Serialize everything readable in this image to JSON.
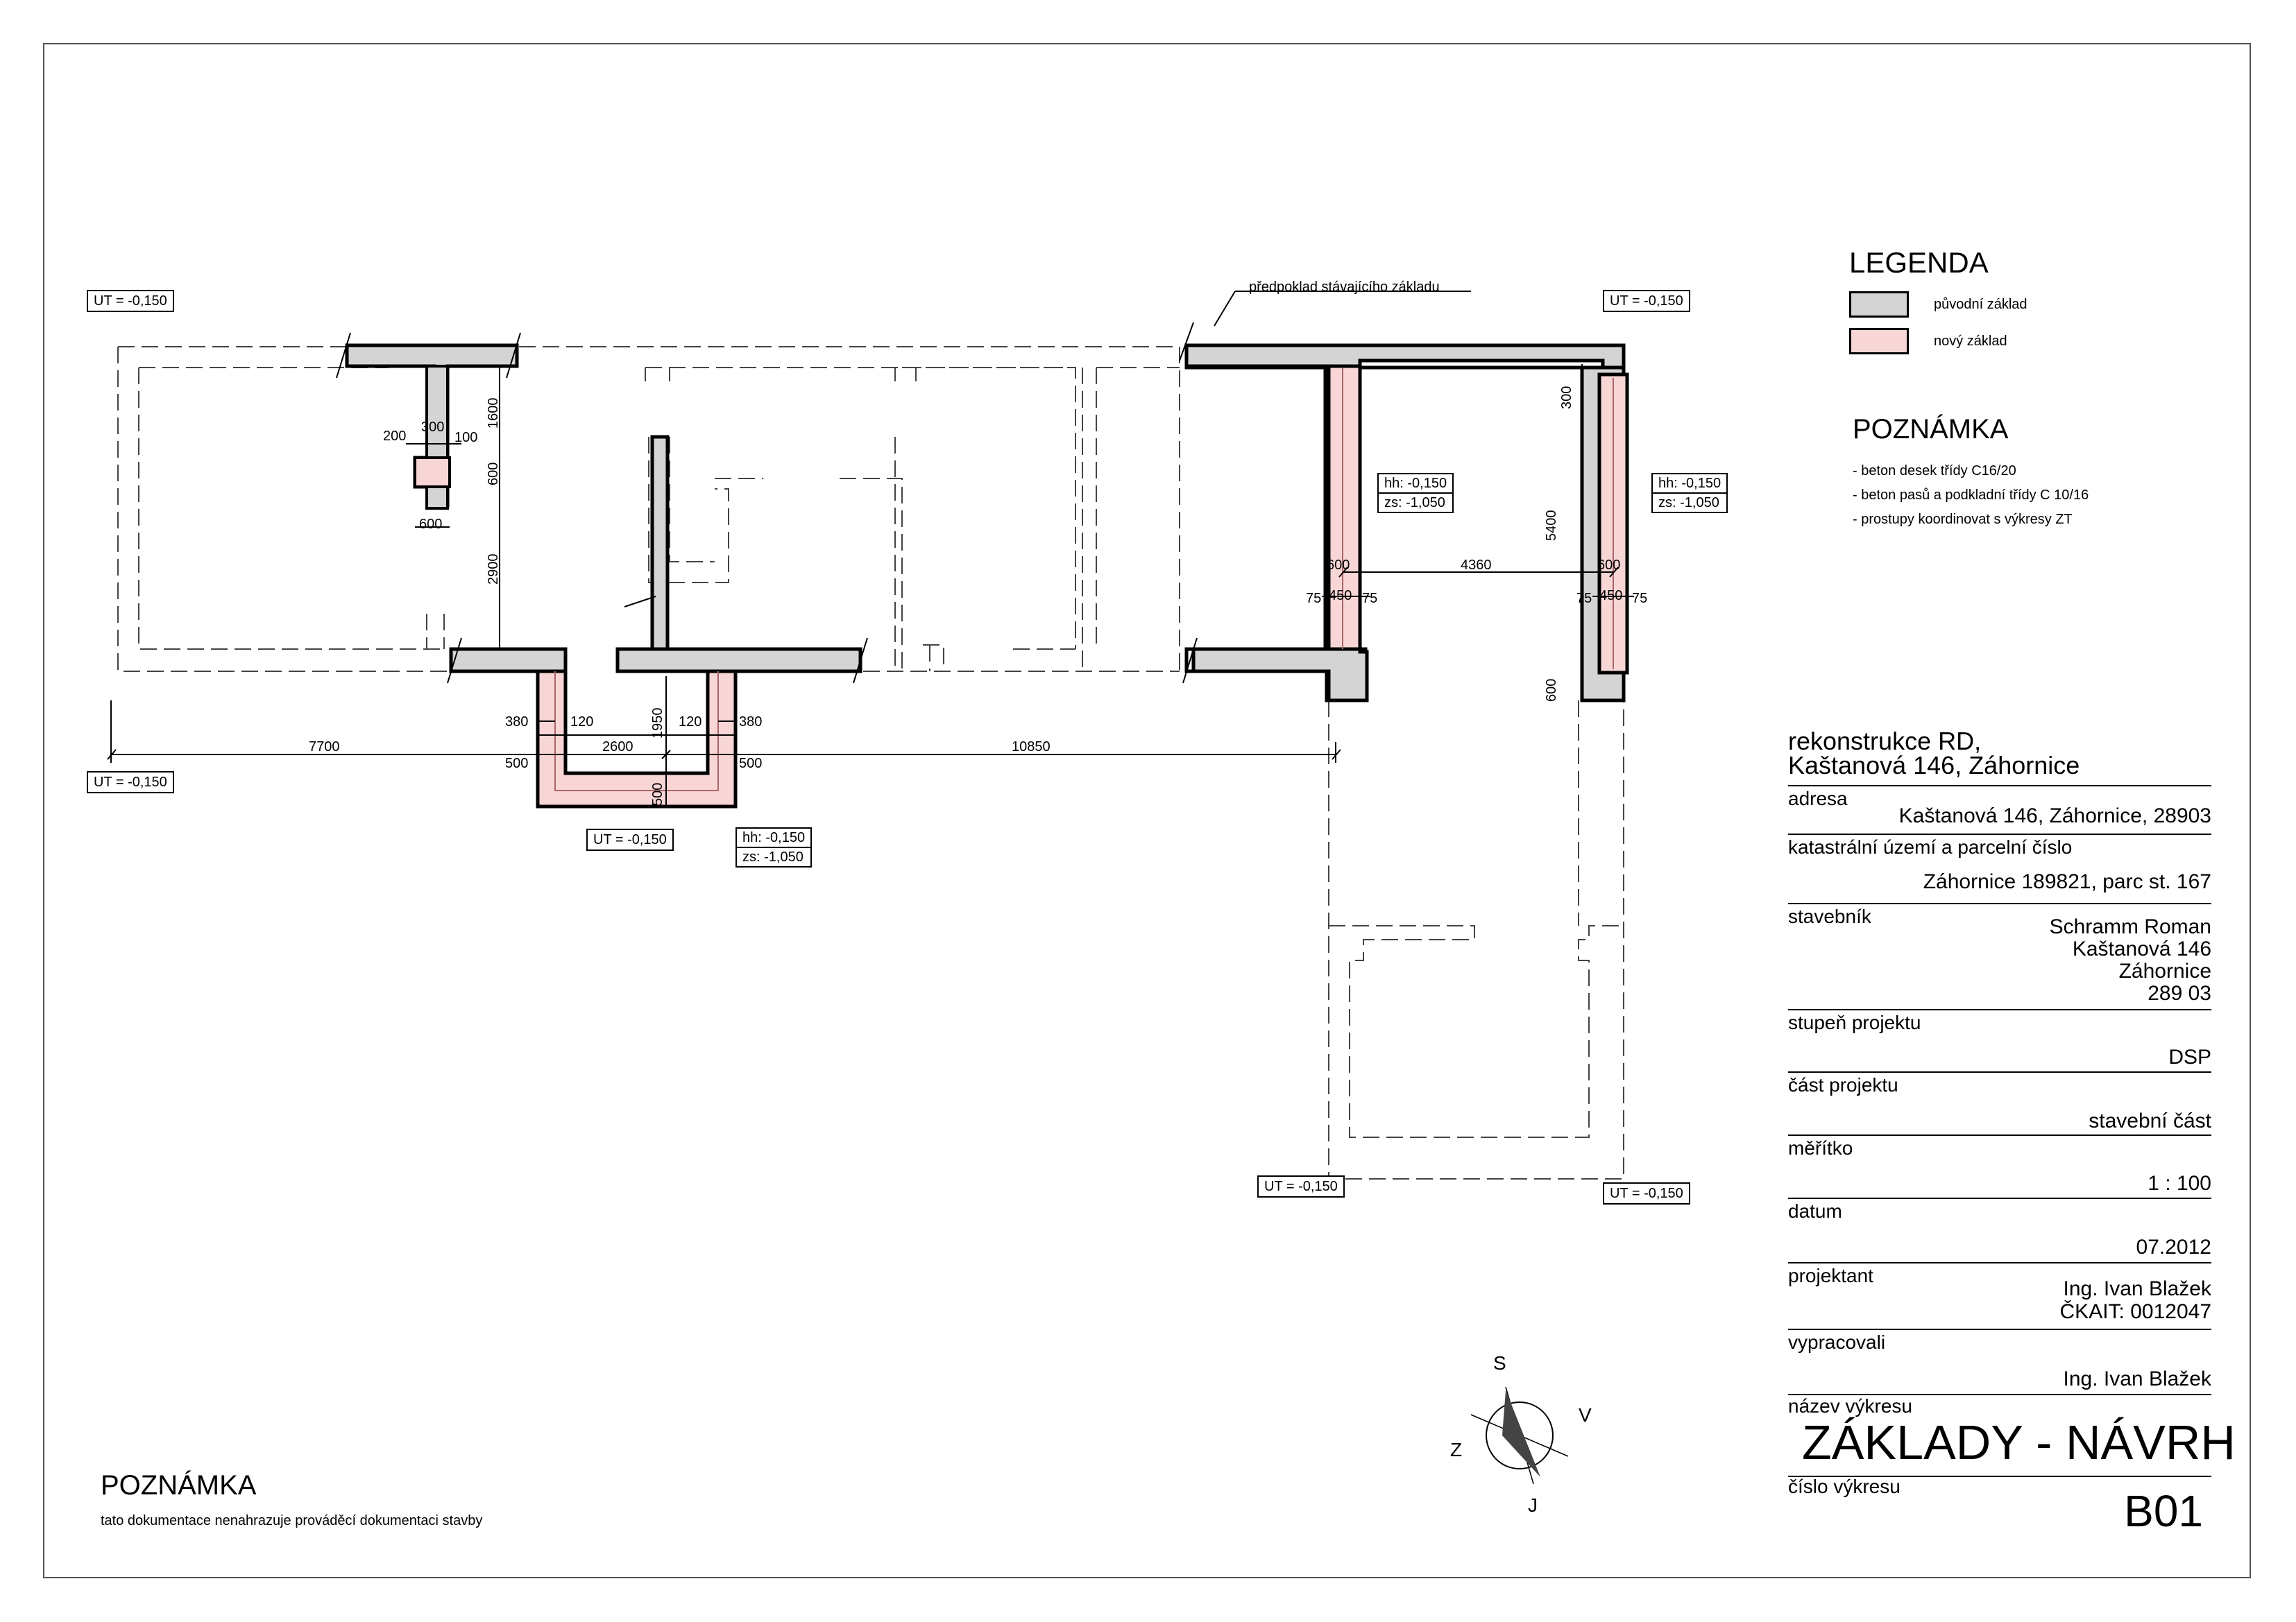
{
  "level_tags": {
    "ut_top_left": "UT = -0,150",
    "ut_top_right": "UT = -0,150",
    "ut_left": "UT = -0,150",
    "ut_bottom_center": "UT = -0,150",
    "ut_bottom_right_a": "UT = -0,150",
    "ut_bottom_right_b": "UT = -0,150"
  },
  "height_tags": {
    "mid": {
      "hh": "hh: -0,150",
      "zs": "zs: -1,050"
    },
    "right": {
      "hh": "hh: -0,150",
      "zs": "zs: -1,050"
    },
    "bottom": {
      "hh": "hh: -0,150",
      "zs": "zs: -1,050"
    }
  },
  "callout": "předpoklad stávajícího základu",
  "dimensions": {
    "d200": "200",
    "d300": "300",
    "d100": "100",
    "d1600": "1600",
    "d600a": "600",
    "d600b": "600",
    "d2900": "2900",
    "d380l": "380",
    "d120l": "120",
    "d1950": "1950",
    "d120r": "120",
    "d380r": "380",
    "d500l": "500",
    "d2600": "2600",
    "d500r": "500",
    "d500b": "500",
    "d7700": "7700",
    "d10850": "10850",
    "d300r": "300",
    "d5400": "5400",
    "d600r": "600",
    "d600l2": "600",
    "d4360": "4360",
    "d600rr": "600",
    "d75a": "75",
    "d450a": "450",
    "d75b": "75",
    "d75c": "75",
    "d450b": "450",
    "d75d": "75"
  },
  "legend": {
    "title": "LEGENDA",
    "items": [
      {
        "label": "původní základ",
        "color": "#d4d4d4"
      },
      {
        "label": "nový základ",
        "color": "#f9d6d6"
      }
    ]
  },
  "note_right": {
    "title": "POZNÁMKA",
    "items": [
      "- beton desek třídy C16/20",
      "- beton pasů a podkladní třídy C 10/16",
      "- prostupy koordinovat s výkresy ZT"
    ]
  },
  "note_bottom": {
    "title": "POZNÁMKA",
    "text": "tato dokumentace nenahrazuje prováděcí dokumentaci stavby"
  },
  "compass": {
    "s": "S",
    "v": "V",
    "z": "Z",
    "j": "J"
  },
  "title_block": {
    "project_line1": "rekonstrukce RD,",
    "project_line2": "Kaštanová 146, Záhornice",
    "address_label": "adresa",
    "address_value": "Kaštanová 146, Záhornice, 28903",
    "cadastre_label": "katastrální území a parcelní číslo",
    "cadastre_value": "Záhornice 189821, parc st. 167",
    "builder_label": "stavebník",
    "builder_lines": [
      "Schramm Roman",
      "Kaštanová 146",
      "Záhornice",
      "289 03"
    ],
    "stage_label": "stupeň projektu",
    "stage_value": "DSP",
    "part_label": "část projektu",
    "part_value": "stavební část",
    "scale_label": "měřítko",
    "scale_value": "1 : 100",
    "date_label": "datum",
    "date_value": "07.2012",
    "designer_label": "projektant",
    "designer_lines": [
      "Ing. Ivan Blažek",
      "ČKAIT: 0012047"
    ],
    "prepared_label": "vypracovali",
    "prepared_value": "Ing. Ivan Blažek",
    "drawing_name_label": "název výkresu",
    "drawing_name": "ZÁKLADY - NÁVRH",
    "drawing_no_label": "číslo výkresu",
    "drawing_no": "B01"
  }
}
